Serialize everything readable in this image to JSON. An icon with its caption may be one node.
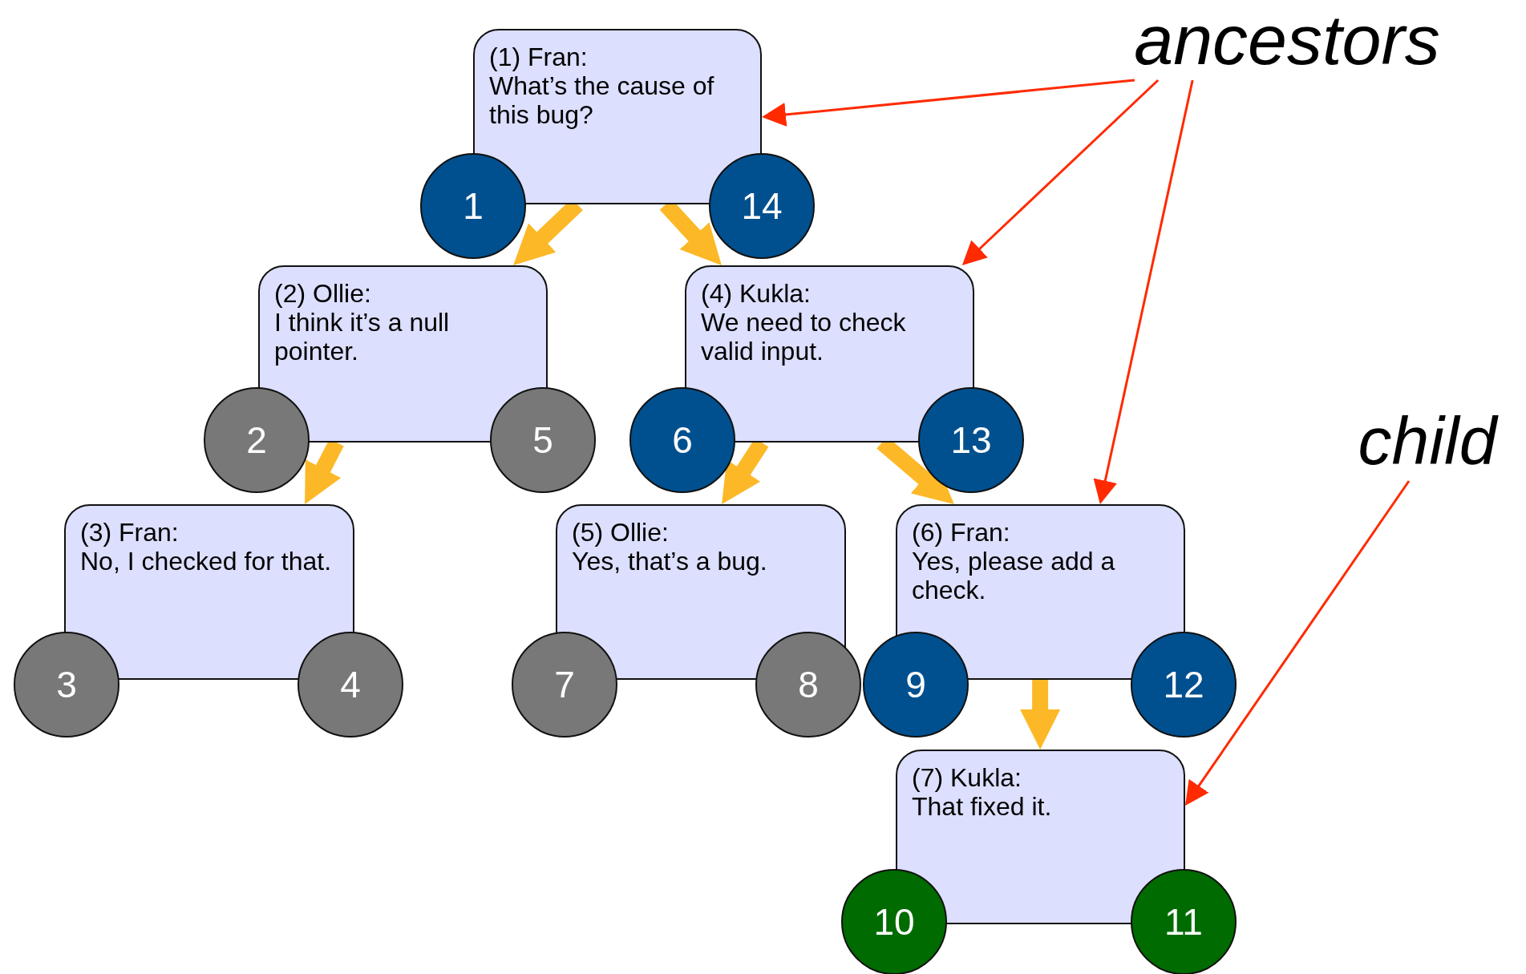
{
  "diagram": {
    "nodes": [
      {
        "text": [
          "(1) Fran:",
          "What’s the cause of this bug?"
        ]
      },
      {
        "text": [
          "1"
        ]
      },
      {
        "text": [
          "14"
        ]
      },
      {
        "text": [
          "(2) Ollie:",
          "I think it’s a null pointer."
        ]
      },
      {
        "text": [
          "2"
        ]
      },
      {
        "text": [
          "5"
        ]
      },
      {
        "text": [
          "(4) Kukla:",
          "We need to check valid input."
        ]
      },
      {
        "text": [
          "6"
        ]
      },
      {
        "text": [
          "13"
        ]
      },
      {
        "text": [
          "(3) Fran:",
          "No, I checked for that."
        ]
      },
      {
        "text": [
          "3"
        ]
      },
      {
        "text": [
          "4"
        ]
      },
      {
        "text": [
          "(5) Ollie:",
          "Yes, that’s a bug."
        ]
      },
      {
        "text": [
          "7"
        ]
      },
      {
        "text": [
          "8"
        ]
      },
      {
        "text": [
          "(6) Fran:",
          "Yes, please add a check."
        ]
      },
      {
        "text": [
          "9"
        ]
      },
      {
        "text": [
          "12"
        ]
      },
      {
        "text": [
          "(7) Kukla:",
          "That fixed it."
        ]
      },
      {
        "text": [
          "10"
        ]
      },
      {
        "text": [
          "11"
        ]
      },
      {
        "text": [
          "ancestors"
        ]
      },
      {
        "text": [
          "child"
        ]
      }
    ],
    "edges": [
      {
        "from": 0,
        "to": 3,
        "arrow": "to"
      },
      {
        "from": 0,
        "to": 6,
        "arrow": "to"
      },
      {
        "from": 3,
        "to": 9,
        "arrow": "to"
      },
      {
        "from": 6,
        "to": 12,
        "arrow": "to"
      },
      {
        "from": 6,
        "to": 15,
        "arrow": "to"
      },
      {
        "from": 15,
        "to": 18,
        "arrow": "to"
      },
      {
        "from": 21,
        "to": 0,
        "arrow": "to",
        "color": "#ff2a00"
      },
      {
        "from": 21,
        "to": 6,
        "arrow": "to",
        "color": "#ff2a00"
      },
      {
        "from": 21,
        "to": 15,
        "arrow": "to",
        "color": "#ff2a00"
      },
      {
        "from": 22,
        "to": 18,
        "arrow": "to",
        "color": "#ff2a00"
      }
    ]
  }
}
